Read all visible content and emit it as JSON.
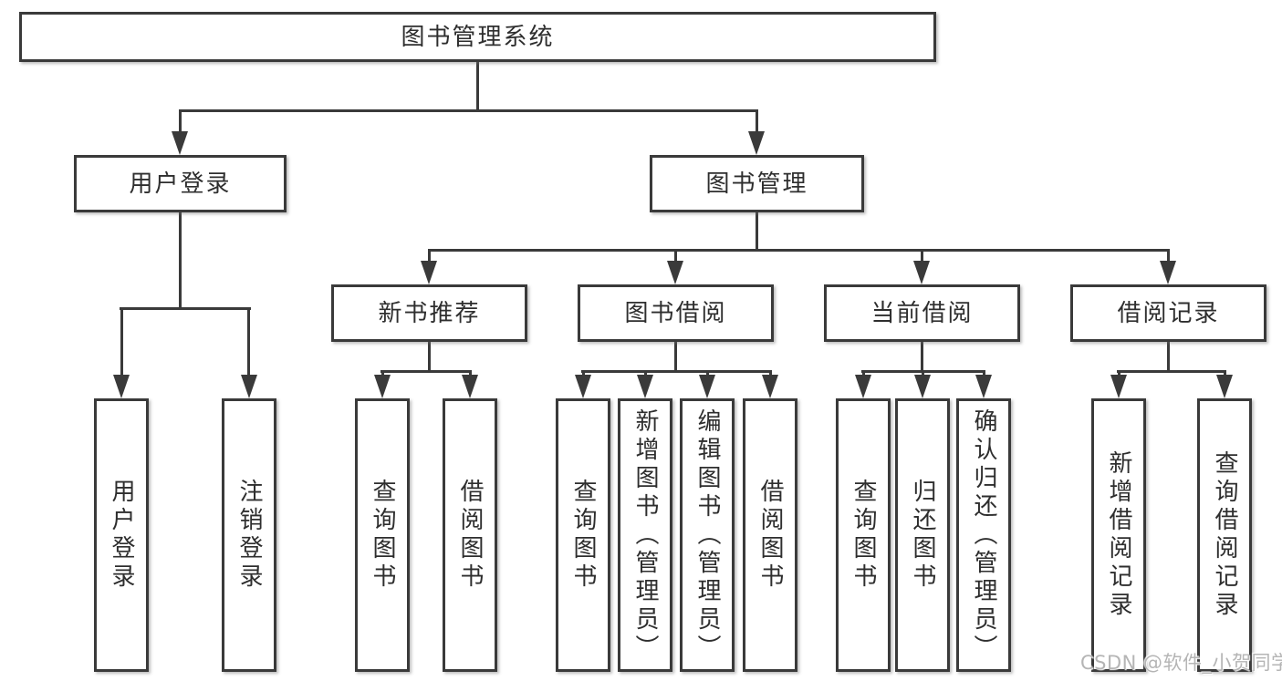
{
  "colors": {
    "line": "#3a3a3a",
    "text": "#2e2e2e",
    "box_background": "#ffffff",
    "page_background": "#ffffff",
    "watermark": "#b5b5b5"
  },
  "tree": {
    "root": {
      "label": "图书管理系统"
    },
    "branches": [
      {
        "label": "用户登录",
        "children": [
          {
            "label": "用户登录"
          },
          {
            "label": "注销登录"
          }
        ]
      },
      {
        "label": "图书管理",
        "children": [
          {
            "label": "新书推荐",
            "children": [
              {
                "label": "查询图书"
              },
              {
                "label": "借阅图书"
              }
            ]
          },
          {
            "label": "图书借阅",
            "children": [
              {
                "label": "查询图书"
              },
              {
                "label": "新增图书（管理员）"
              },
              {
                "label": "编辑图书（管理员）"
              },
              {
                "label": "借阅图书"
              }
            ]
          },
          {
            "label": "当前借阅",
            "children": [
              {
                "label": "查询图书"
              },
              {
                "label": "归还图书"
              },
              {
                "label": "确认归还（管理员）"
              }
            ]
          },
          {
            "label": "借阅记录",
            "children": [
              {
                "label": "新增借阅记录"
              },
              {
                "label": "查询借阅记录"
              }
            ]
          }
        ]
      }
    ]
  },
  "watermark": {
    "text": "CSDN @软件_小贺同学"
  }
}
